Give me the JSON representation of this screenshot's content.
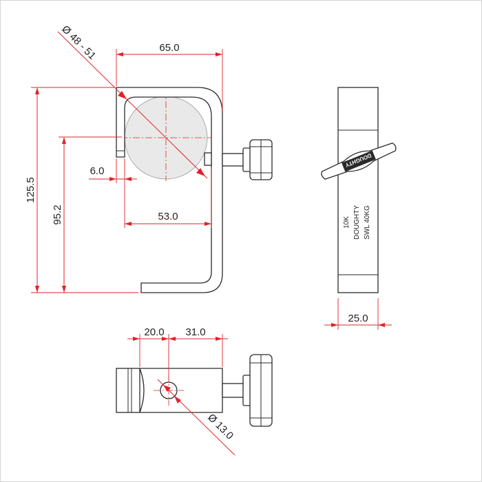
{
  "dimensions": {
    "diameter_range": "Ø 48 - 51",
    "width_top": "65.0",
    "height_total": "125.5",
    "height_inner": "95.2",
    "lip": "6.0",
    "inner_width": "53.0",
    "side_width": "25.0",
    "bottom_left": "20.0",
    "bottom_right": "31.0",
    "hole_diameter": "Ø 13.0"
  },
  "clamp_markings": {
    "tag": "DOUGHTY",
    "line1": "10K",
    "line2": "DOUGHTY",
    "line3": "SWL 40KG"
  },
  "colors": {
    "dimension": "#e0222a",
    "outline": "#2a2a2a",
    "pipe_fill": "#e9e9e9",
    "background": "#ffffff"
  }
}
